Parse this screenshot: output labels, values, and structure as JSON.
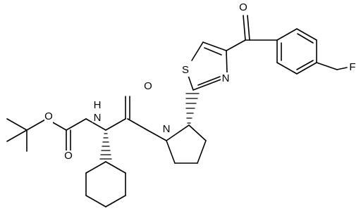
{
  "atoms": {
    "o_boc_ether": "O",
    "o_boc_carbonyl": "O",
    "nh": "N",
    "h": "H",
    "o_amide": "O",
    "n_pyrrolidine": "N",
    "s_thiazole": "S",
    "n_thiazole": "N",
    "o_ketone": "O",
    "fluorine": "F"
  }
}
